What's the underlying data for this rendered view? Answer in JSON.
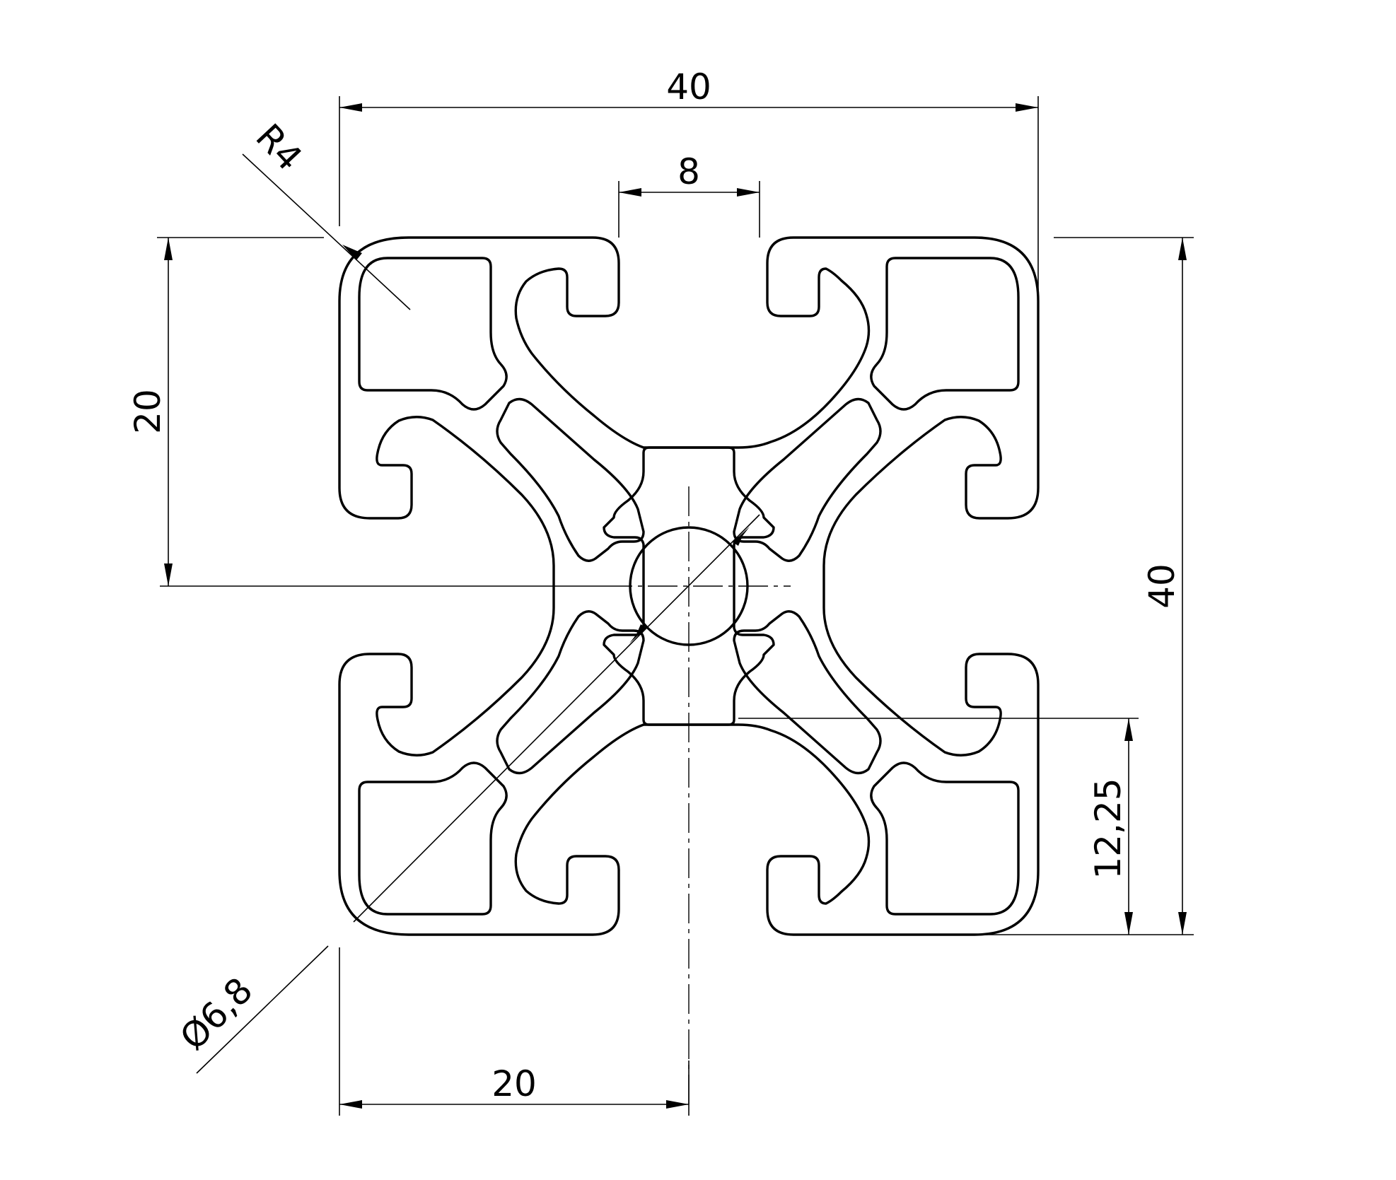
{
  "drawing": {
    "dimensions": {
      "overall_width": "40",
      "overall_height": "40",
      "slot_width": "8",
      "half_height": "20",
      "half_width": "20",
      "corner_radius": "R4",
      "bore_diameter": "Ø6,8",
      "slot_depth": "12,25"
    }
  }
}
